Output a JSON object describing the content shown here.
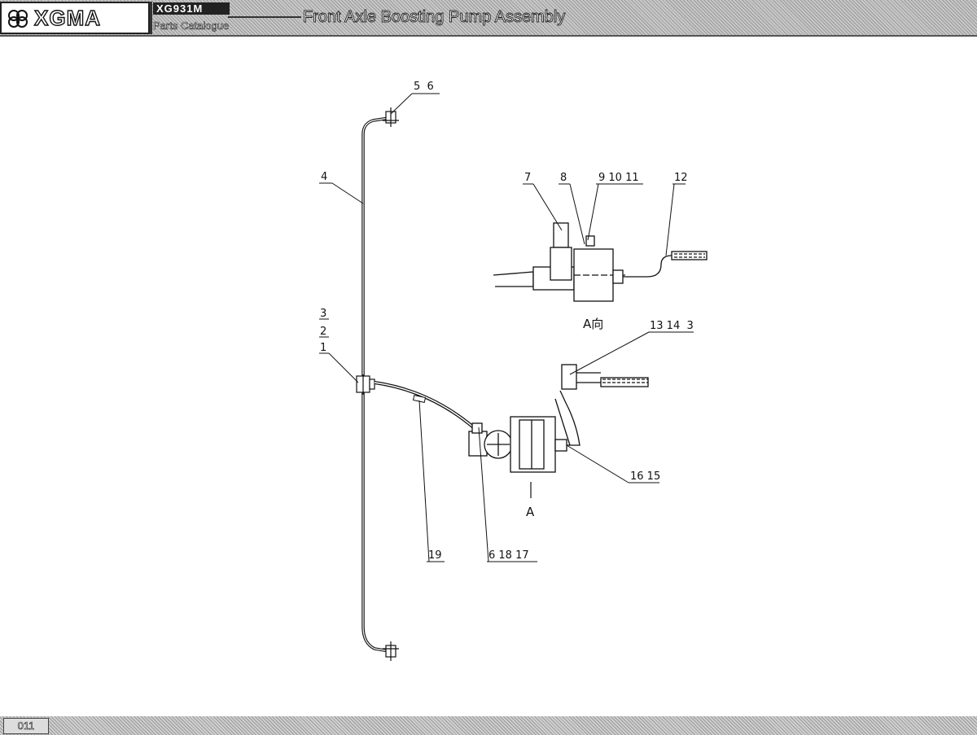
{
  "header": {
    "brand": "XGMA",
    "model": "XG931M",
    "catalog": "Parts Catalogue",
    "title": "Front Axle Boosting Pump Assembly"
  },
  "footer": {
    "page": "011"
  },
  "diagram": {
    "view_label": "A向",
    "direction_label": "A",
    "callouts": [
      {
        "id": "c-5-6",
        "text": "5  6"
      },
      {
        "id": "c-4",
        "text": "4"
      },
      {
        "id": "c-7",
        "text": "7"
      },
      {
        "id": "c-8",
        "text": "8"
      },
      {
        "id": "c-9-10-11",
        "text": "9 10 11"
      },
      {
        "id": "c-12",
        "text": "12"
      },
      {
        "id": "c-3",
        "text": "3"
      },
      {
        "id": "c-2",
        "text": "2"
      },
      {
        "id": "c-1",
        "text": "1"
      },
      {
        "id": "c-13-14-3",
        "text": "13 14  3"
      },
      {
        "id": "c-16-15",
        "text": "16 15"
      },
      {
        "id": "c-19",
        "text": "19"
      },
      {
        "id": "c-6-18-17",
        "text": "6 18 17"
      }
    ]
  }
}
